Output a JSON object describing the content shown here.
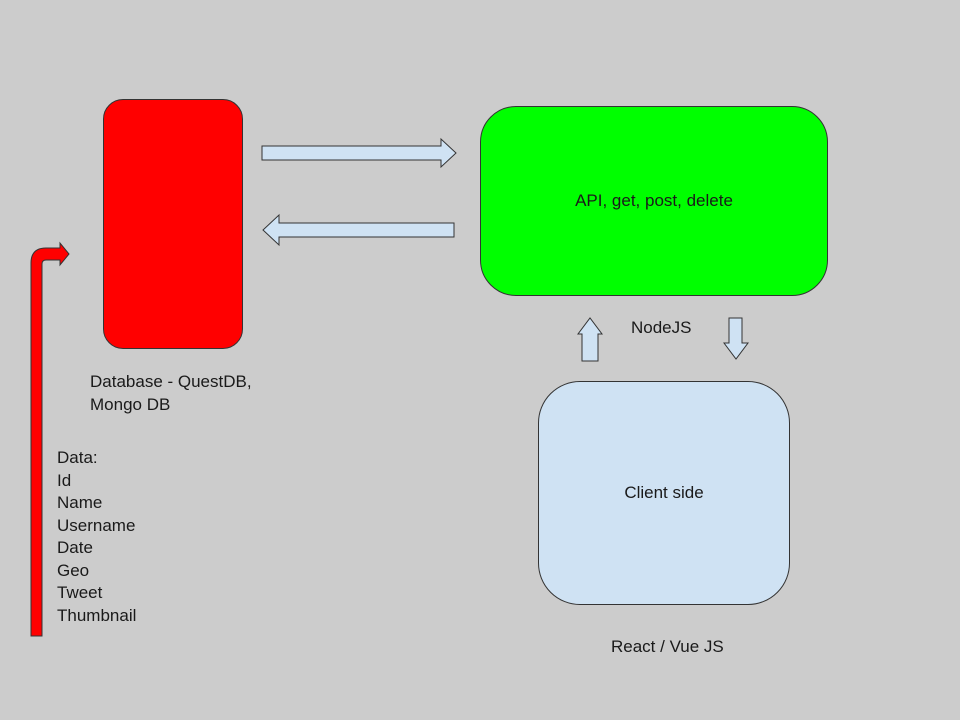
{
  "boxes": {
    "database": {
      "text": ""
    },
    "api": {
      "text": "API, get, post, delete"
    },
    "client": {
      "text": "Client side"
    }
  },
  "labels": {
    "database": "Database - QuestDB,\nMongo DB",
    "node": "NodeJS",
    "react": "React / Vue JS"
  },
  "data_fields": {
    "heading": "Data:",
    "items": [
      "Id",
      "Name",
      "Username",
      "Date",
      "Geo",
      "Tweet",
      "Thumbnail"
    ]
  },
  "colors": {
    "background": "#cccccc",
    "database_box": "#ff0000",
    "api_box": "#00ff00",
    "client_box": "#cfe2f3",
    "arrow_fill": "#cfe2f3",
    "data_arrow": "#ff0000"
  }
}
